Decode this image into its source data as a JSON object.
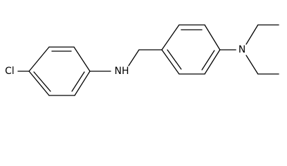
{
  "molecule": {
    "atoms": {
      "chlorine": "Cl",
      "amine_nh": "NH",
      "amine_n": "N"
    },
    "colors": {
      "bond": "#000000",
      "label": "#000000",
      "background": "#ffffff"
    }
  }
}
